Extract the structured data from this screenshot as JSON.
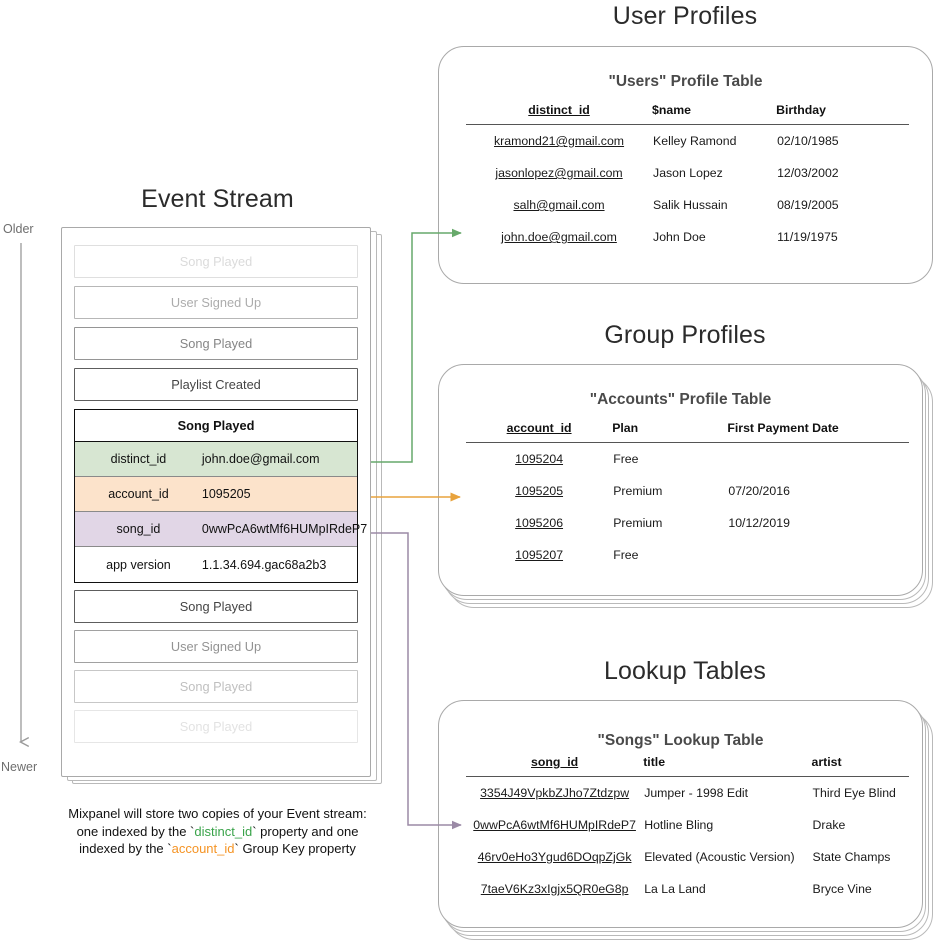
{
  "sections": {
    "event_stream_title": "Event Stream",
    "user_profiles_title": "User Profiles",
    "group_profiles_title": "Group Profiles",
    "lookup_tables_title": "Lookup Tables"
  },
  "timeline": {
    "older": "Older",
    "newer": "Newer"
  },
  "event_stream": {
    "events_above": [
      {
        "label": "Song Played",
        "opacity": 0.18
      },
      {
        "label": "User Signed Up",
        "opacity": 0.42
      },
      {
        "label": "Song Played",
        "opacity": 0.62
      },
      {
        "label": "Playlist Created",
        "opacity": 0.95
      }
    ],
    "focused_event": {
      "name": "Song Played",
      "properties": [
        {
          "key": "distinct_id",
          "value": "john.doe@gmail.com",
          "color": "#d7e6d2"
        },
        {
          "key": "account_id",
          "value": "1095205",
          "color": "#fce3cb"
        },
        {
          "key": "song_id",
          "value": "0wwPcA6wtMf6HUMpIRdeP7",
          "color": "#e1d6e6"
        },
        {
          "key": "app version",
          "value": "1.1.34.694.gac68a2b3",
          "color": "#ffffff"
        }
      ]
    },
    "events_below": [
      {
        "label": "Song Played",
        "opacity": 0.95
      },
      {
        "label": "User Signed Up",
        "opacity": 0.55
      },
      {
        "label": "Song Played",
        "opacity": 0.32
      },
      {
        "label": "Song Played",
        "opacity": 0.14
      }
    ]
  },
  "caption": {
    "line1": "Mixpanel will store two copies of your Event stream:",
    "line2_a": "one indexed by the `",
    "line2_key": "distinct_id",
    "line2_b": "` property and one",
    "line3_a": "indexed by the `",
    "line3_key": "account_id",
    "line3_b": "` Group Key property"
  },
  "users_table": {
    "title": "\"Users\" Profile Table",
    "columns": [
      "distinct_id",
      "$name",
      "Birthday"
    ],
    "rows": [
      {
        "cells": [
          "kramond21@gmail.com",
          "Kelley Ramond",
          "02/10/1985"
        ],
        "highlight": ""
      },
      {
        "cells": [
          "jasonlopez@gmail.com",
          "Jason Lopez",
          "12/03/2002"
        ],
        "highlight": ""
      },
      {
        "cells": [
          "salh@gmail.com",
          "Salik Hussain",
          "08/19/2005"
        ],
        "highlight": ""
      },
      {
        "cells": [
          "john.doe@gmail.com",
          "John Doe",
          "11/19/1975"
        ],
        "highlight": "#d7e6d2"
      }
    ]
  },
  "accounts_table": {
    "title": "\"Accounts\" Profile Table",
    "columns": [
      "account_id",
      "Plan",
      "First Payment Date"
    ],
    "rows": [
      {
        "cells": [
          "1095204",
          "Free",
          ""
        ],
        "highlight": ""
      },
      {
        "cells": [
          "1095205",
          "Premium",
          "07/20/2016"
        ],
        "highlight": "#fce3cb"
      },
      {
        "cells": [
          "1095206",
          "Premium",
          "10/12/2019"
        ],
        "highlight": ""
      },
      {
        "cells": [
          "1095207",
          "Free",
          ""
        ],
        "highlight": ""
      }
    ]
  },
  "songs_table": {
    "title": "\"Songs\" Lookup Table",
    "columns": [
      "song_id",
      "title",
      "artist"
    ],
    "rows": [
      {
        "cells": [
          "3354J49VpkbZJho7Ztdzpw",
          "Jumper - 1998 Edit",
          "Third Eye Blind"
        ],
        "highlight": ""
      },
      {
        "cells": [
          "0wwPcA6wtMf6HUMpIRdeP7",
          "Hotline Bling",
          "Drake"
        ],
        "highlight": "#e1d6e6"
      },
      {
        "cells": [
          "46rv0eHo3Ygud6DOqpZjGk",
          "Elevated (Acoustic Version)",
          "State Champs"
        ],
        "highlight": ""
      },
      {
        "cells": [
          "7taeV6Kz3xIgjx5QR0eG8p",
          "La La Land",
          "Bryce Vine"
        ],
        "highlight": ""
      }
    ]
  },
  "connector_colors": {
    "distinct_id_arrow": "#67a96b",
    "account_id_arrow": "#e8a33d",
    "song_id_arrow": "#9b8aa6",
    "timeline_arrow": "#9a9a9a"
  }
}
